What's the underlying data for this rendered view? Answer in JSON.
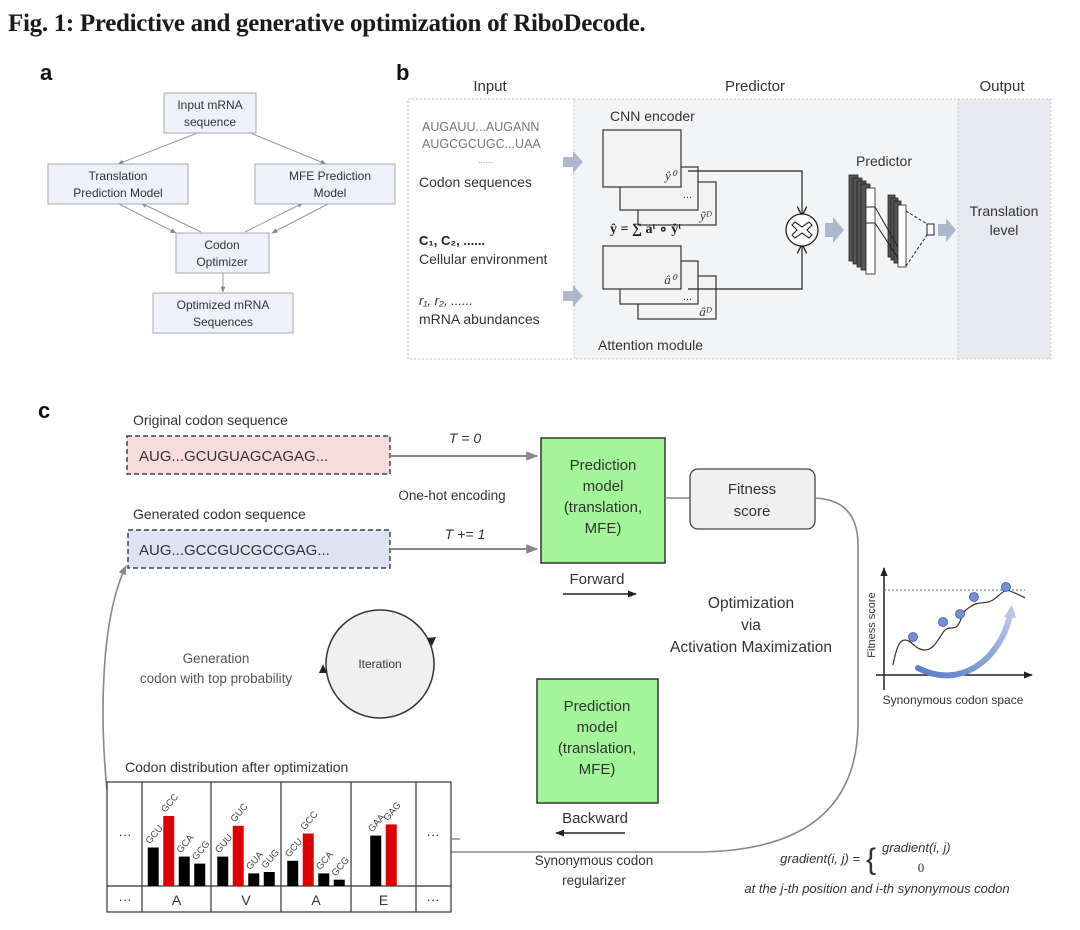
{
  "title": "Fig. 1: Predictive and generative optimization of RiboDecode.",
  "panels": {
    "a": {
      "label": "a",
      "boxes": {
        "input": [
          "Input mRNA",
          "sequence"
        ],
        "translation": [
          "Translation",
          "Prediction Model"
        ],
        "mfe": [
          "MFE Prediction",
          "Model"
        ],
        "optimizer": [
          "Codon",
          "Optimizer"
        ],
        "output": [
          "Optimized mRNA",
          "Sequences"
        ]
      }
    },
    "b": {
      "label": "b",
      "headers": {
        "input": "Input",
        "predictor": "Predictor",
        "output": "Output"
      },
      "seq_line1": "AUGAUU...AUGANN",
      "seq_line2": "AUGCGCUGC...UAA",
      "seq_dots": "......",
      "codon_sequences": "Codon sequences",
      "cell_vars": "C₁, C₂, ......",
      "cellular_env": "Cellular environment",
      "abund_vars": "r₁, r₂, ......",
      "mrna_abund": "mRNA abundances",
      "cnn_encoder": "CNN encoder",
      "attention_module": "Attention module",
      "y0": "ŷ⁰",
      "yD": "ŷᴰ",
      "a0": "â⁰",
      "aD": "âᴰ",
      "ellipsis": "...",
      "formula": "ŷ = ∑ aᵗ ∘ ŷᵗ",
      "predictor_label": "Predictor",
      "output_text": [
        "Translation",
        "level"
      ]
    },
    "c": {
      "label": "c",
      "original_label": "Original codon sequence",
      "original_seq": "AUG...GCUGUAGCAGAG...",
      "generated_label": "Generated codon sequence",
      "generated_seq": "AUG...GCCGUCGCCGAG...",
      "t0": "T = 0",
      "t_inc": "T += 1",
      "one_hot": "One-hot encoding",
      "prediction_model": [
        "Prediction",
        "model",
        "(translation,",
        "MFE)"
      ],
      "forward": "Forward",
      "backward": "Backward",
      "fitness": [
        "Fitness",
        "score"
      ],
      "optimization": [
        "Optimization",
        "via",
        "Activation Maximization"
      ],
      "generation": [
        "Generation",
        "codon with top probability"
      ],
      "iteration": "Iteration",
      "regularizer": [
        "Synonymous codon",
        "regularizer"
      ],
      "gradient_lhs": "gradient(i, j) =",
      "gradient_case1": "gradient(i, j)",
      "gradient_case2": "0",
      "gradient_note": "at the j-th position and i-th synonymous codon",
      "mini_plot": {
        "ylabel": "Fitness score",
        "xlabel": "Synonymous codon space"
      },
      "distribution_title": "Codon distribution after optimization",
      "dots": "···"
    }
  },
  "colors": {
    "box_fill_a": "#eef0fb",
    "green_box": "#a3f59a",
    "original_fill": "#f7dcdc",
    "generated_fill": "#dde3f2",
    "red_bar": "#dd0000",
    "black_bar": "#000000",
    "blue_dot": "#6f8fd6"
  },
  "chart_data": {
    "type": "bar",
    "title": "Codon distribution after optimization",
    "categories": [
      "A",
      "V",
      "A",
      "E"
    ],
    "groups": [
      {
        "amino_acid": "A",
        "codons": [
          "GCU",
          "GCC",
          "GCA",
          "GCG"
        ],
        "values": [
          0.55,
          1.0,
          0.42,
          0.32
        ],
        "selected": "GCC"
      },
      {
        "amino_acid": "V",
        "codons": [
          "GUU",
          "GUC",
          "GUA",
          "GUG"
        ],
        "values": [
          0.42,
          0.86,
          0.18,
          0.2
        ],
        "selected": "GUC"
      },
      {
        "amino_acid": "A",
        "codons": [
          "GCU",
          "GCC",
          "GCA",
          "GCG"
        ],
        "values": [
          0.36,
          0.75,
          0.18,
          0.09
        ],
        "selected": "GCC"
      },
      {
        "amino_acid": "E",
        "codons": [
          "GAA",
          "GAG"
        ],
        "values": [
          0.72,
          0.88
        ],
        "selected": "GAG"
      }
    ],
    "xlabel": "",
    "ylabel": "",
    "ylim": [
      0,
      1
    ]
  }
}
